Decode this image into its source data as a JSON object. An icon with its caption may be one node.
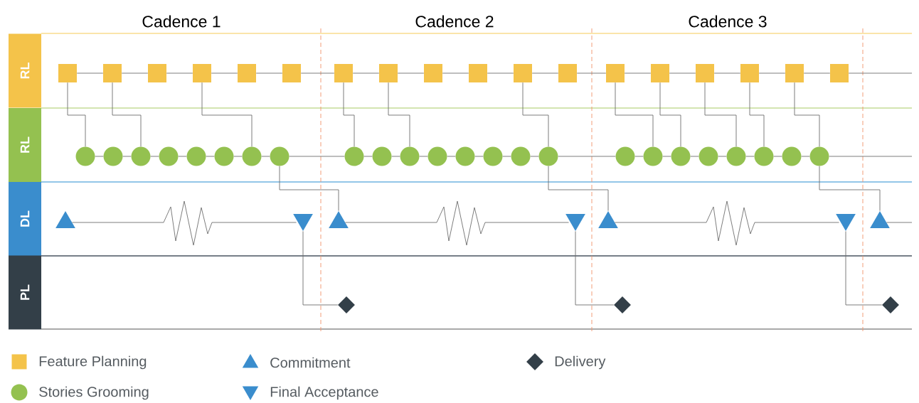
{
  "diagram": {
    "nodes": [
      {
        "text": [
          "RL"
        ]
      },
      {
        "text": [
          "RL"
        ]
      },
      {
        "text": [
          "DL"
        ]
      },
      {
        "text": [
          "PL"
        ]
      },
      {
        "text": [],
        "shape": "box"
      },
      {
        "text": [],
        "shape": "box"
      },
      {
        "text": [],
        "shape": "box"
      },
      {
        "text": [],
        "shape": "box"
      },
      {
        "text": [],
        "shape": "box"
      },
      {
        "text": [],
        "shape": "box"
      },
      {
        "text": [],
        "shape": "box"
      },
      {
        "text": [],
        "shape": "box"
      },
      {
        "text": [],
        "shape": "box"
      },
      {
        "text": [],
        "shape": "box"
      },
      {
        "text": [],
        "shape": "box"
      },
      {
        "text": [],
        "shape": "box"
      },
      {
        "text": [],
        "shape": "box"
      },
      {
        "text": [],
        "shape": "box"
      },
      {
        "text": [],
        "shape": "box"
      },
      {
        "text": [],
        "shape": "box"
      },
      {
        "text": [],
        "shape": "box"
      },
      {
        "text": [],
        "shape": "box"
      },
      {
        "text": [],
        "shape": "circle"
      },
      {
        "text": [],
        "shape": "circle"
      },
      {
        "text": [],
        "shape": "circle"
      },
      {
        "text": [],
        "shape": "circle"
      },
      {
        "text": [],
        "shape": "circle"
      },
      {
        "text": [],
        "shape": "circle"
      },
      {
        "text": [],
        "shape": "circle"
      },
      {
        "text": [],
        "shape": "circle"
      },
      {
        "text": [],
        "shape": "circle"
      },
      {
        "text": [],
        "shape": "circle"
      },
      {
        "text": [],
        "shape": "circle"
      },
      {
        "text": [],
        "shape": "circle"
      },
      {
        "text": [],
        "shape": "circle"
      },
      {
        "text": [],
        "shape": "circle"
      },
      {
        "text": [],
        "shape": "circle"
      },
      {
        "text": [],
        "shape": "circle"
      },
      {
        "text": [],
        "shape": "circle"
      },
      {
        "text": [],
        "shape": "circle"
      },
      {
        "text": [],
        "shape": "circle"
      },
      {
        "text": [],
        "shape": "circle"
      },
      {
        "text": [],
        "shape": "circle"
      },
      {
        "text": [],
        "shape": "circle"
      },
      {
        "text": [],
        "shape": "circle"
      },
      {
        "text": [],
        "shape": "circle"
      },
      {
        "text": [],
        "shape": "triangle"
      },
      {
        "text": [],
        "shape": "triangle"
      },
      {
        "text": [],
        "shape": "triangle"
      },
      {
        "text": [],
        "shape": "triangle"
      },
      {
        "text": [],
        "shape": "triangle"
      },
      {
        "text": [],
        "shape": "triangle"
      },
      {
        "text": [],
        "shape": "triangle"
      },
      {
        "text": [],
        "shape": "diamond"
      },
      {
        "text": [],
        "shape": "diamond"
      },
      {
        "text": [],
        "shape": "diamond"
      }
    ],
    "edges": [
      {
        "from": 4,
        "to": 5,
        "arrow": "none"
      },
      {
        "from": 5,
        "to": 6,
        "arrow": "none"
      },
      {
        "from": 6,
        "to": 7,
        "arrow": "none"
      },
      {
        "from": 7,
        "to": 8,
        "arrow": "none"
      },
      {
        "from": 8,
        "to": 9,
        "arrow": "none"
      },
      {
        "from": 9,
        "to": 10,
        "arrow": "none"
      },
      {
        "from": 10,
        "to": 11,
        "arrow": "none"
      },
      {
        "from": 11,
        "to": 12,
        "arrow": "none"
      },
      {
        "from": 12,
        "to": 13,
        "arrow": "none"
      },
      {
        "from": 13,
        "to": 14,
        "arrow": "none"
      },
      {
        "from": 14,
        "to": 15,
        "arrow": "none"
      },
      {
        "from": 15,
        "to": 16,
        "arrow": "none"
      },
      {
        "from": 16,
        "to": 17,
        "arrow": "none"
      },
      {
        "from": 17,
        "to": 18,
        "arrow": "none"
      },
      {
        "from": 18,
        "to": 19,
        "arrow": "none"
      },
      {
        "from": 19,
        "to": 20,
        "arrow": "none"
      },
      {
        "from": 20,
        "to": 21,
        "arrow": "none"
      },
      {
        "from": 21,
        "to": null,
        "arrow": "none"
      },
      {
        "from": 22,
        "to": 23,
        "arrow": "none"
      },
      {
        "from": 23,
        "to": 24,
        "arrow": "none"
      },
      {
        "from": 24,
        "to": 25,
        "arrow": "none"
      },
      {
        "from": 25,
        "to": 26,
        "arrow": "none"
      },
      {
        "from": 26,
        "to": 27,
        "arrow": "none"
      },
      {
        "from": 27,
        "to": 28,
        "arrow": "none"
      },
      {
        "from": 28,
        "to": 29,
        "arrow": "none"
      },
      {
        "from": 29,
        "to": 30,
        "arrow": "none"
      },
      {
        "from": 30,
        "to": 31,
        "arrow": "none"
      },
      {
        "from": 31,
        "to": 32,
        "arrow": "none"
      },
      {
        "from": 32,
        "to": 33,
        "arrow": "none"
      },
      {
        "from": 33,
        "to": 34,
        "arrow": "none"
      },
      {
        "from": 34,
        "to": 35,
        "arrow": "none"
      },
      {
        "from": 35,
        "to": 36,
        "arrow": "none"
      },
      {
        "from": 36,
        "to": 37,
        "arrow": "none"
      },
      {
        "from": 37,
        "to": 38,
        "arrow": "none"
      },
      {
        "from": 38,
        "to": 39,
        "arrow": "none"
      },
      {
        "from": 39,
        "to": 40,
        "arrow": "none"
      },
      {
        "from": 40,
        "to": 41,
        "arrow": "none"
      },
      {
        "from": 41,
        "to": 42,
        "arrow": "none"
      },
      {
        "from": 42,
        "to": 43,
        "arrow": "none"
      },
      {
        "from": 43,
        "to": 44,
        "arrow": "none"
      },
      {
        "from": 44,
        "to": 45,
        "arrow": "none"
      },
      {
        "from": 45,
        "to": null,
        "arrow": "none"
      },
      {
        "from": 46,
        "to": 50,
        "arrow": "none"
      },
      {
        "from": 47,
        "to": 51,
        "arrow": "none"
      },
      {
        "from": 48,
        "to": 52,
        "arrow": "none"
      },
      {
        "from": 49,
        "to": null,
        "arrow": "none"
      },
      {
        "from": 4,
        "to": 22,
        "arrow": "none"
      },
      {
        "from": 5,
        "to": 24,
        "arrow": "none"
      },
      {
        "from": 7,
        "to": 28,
        "arrow": "none"
      },
      {
        "from": 10,
        "to": 30,
        "arrow": "none"
      },
      {
        "from": 11,
        "to": 32,
        "arrow": "none"
      },
      {
        "from": 14,
        "to": 37,
        "arrow": "none"
      },
      {
        "from": 16,
        "to": 39,
        "arrow": "none"
      },
      {
        "from": 17,
        "to": 40,
        "arrow": "none"
      },
      {
        "from": 18,
        "to": 42,
        "arrow": "none"
      },
      {
        "from": 19,
        "to": 43,
        "arrow": "none"
      },
      {
        "from": 20,
        "to": 45,
        "arrow": "none"
      },
      {
        "from": 29,
        "to": 47,
        "arrow": "none"
      },
      {
        "from": 37,
        "to": 48,
        "arrow": "none"
      },
      {
        "from": 45,
        "to": 49,
        "arrow": "none"
      },
      {
        "from": 50,
        "to": 53,
        "arrow": "none"
      },
      {
        "from": 51,
        "to": 54,
        "arrow": "none"
      },
      {
        "from": 52,
        "to": 55,
        "arrow": "none"
      }
    ],
    "labels": [
      "Cadence 1",
      "Cadence 2",
      "Cadence 3"
    ],
    "legend": [
      {
        "text": "Feature Planning"
      },
      {
        "text": "Commitment"
      },
      {
        "text": "Delivery"
      },
      {
        "text": "Stories Grooming"
      },
      {
        "text": "Final Acceptance"
      }
    ]
  }
}
